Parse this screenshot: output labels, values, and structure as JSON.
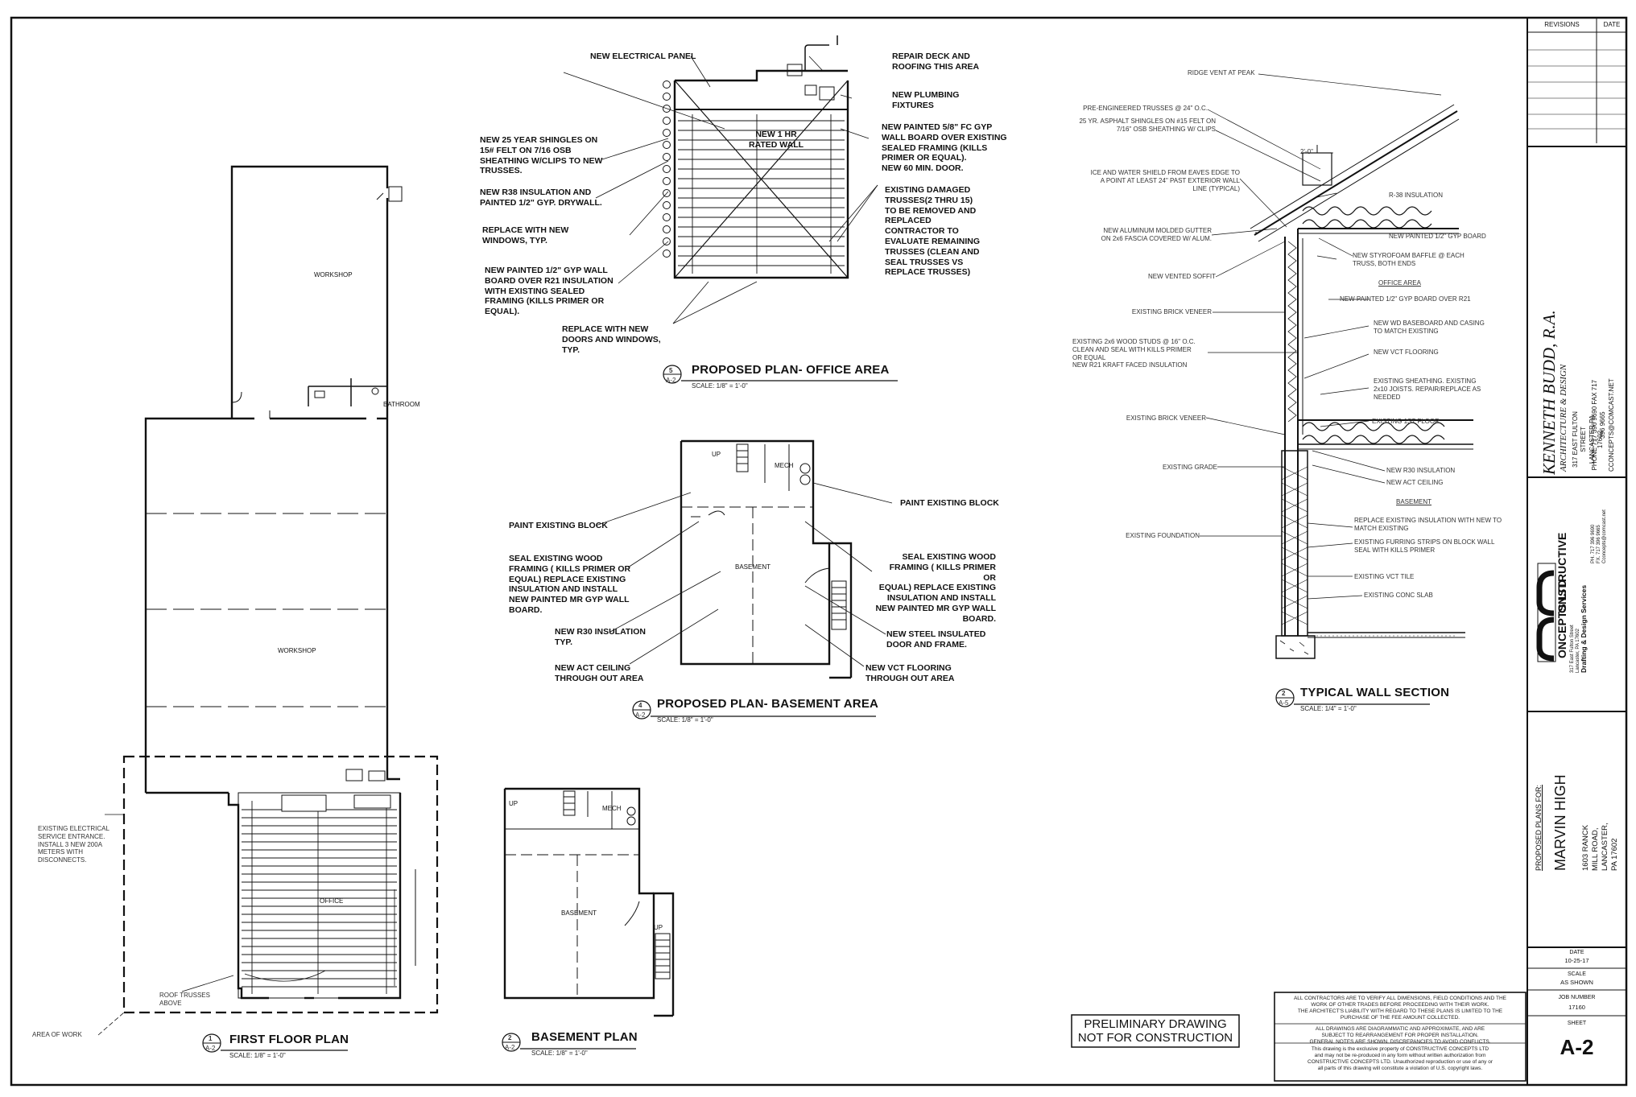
{
  "plans": {
    "first_floor": {
      "number": "1",
      "sheet_ref": "A-2",
      "title": "FIRST FLOOR PLAN",
      "scale": "SCALE: 1/8\" = 1'-0\""
    },
    "basement": {
      "number": "2",
      "sheet_ref": "A-2",
      "title": "BASEMENT PLAN",
      "scale": "SCALE: 1/8\" = 1'-0\""
    },
    "office_area": {
      "number": "5",
      "sheet_ref": "A-2",
      "title": "PROPOSED PLAN- OFFICE AREA",
      "scale": "SCALE: 1/8\" = 1'-0\""
    },
    "basement_area": {
      "number": "4",
      "sheet_ref": "A-2",
      "title": "PROPOSED PLAN- BASEMENT AREA",
      "scale": "SCALE: 1/8\" = 1'-0\""
    },
    "wall_section": {
      "number": "2",
      "sheet_ref": "A-5",
      "title": "TYPICAL WALL SECTION",
      "scale": "SCALE: 1/4\" = 1'-0\""
    }
  },
  "rooms": {
    "workshop_1": "WORKSHOP",
    "workshop_2": "WORKSHOP",
    "office": "OFFICE",
    "bathroom": "BATHROOM",
    "basement": "BASEMENT",
    "basement_2": "BASEMENT",
    "mech": "MECH",
    "mech_2": "MECH",
    "up": "UP"
  },
  "first_floor_notes": {
    "electrical_service": "EXISTING ELECTRICAL\nSERVICE ENTRANCE.\nINSTALL 3 NEW 200A\nMETERS WITH\nDISCONNECTS.",
    "roof_trusses": "ROOF TRUSSES\nABOVE",
    "area_of_work": "AREA OF WORK"
  },
  "office_notes": {
    "electrical_panel": "NEW ELECTRICAL PANEL",
    "repair_deck": "REPAIR DECK AND\nROOFING THIS AREA",
    "plumbing": "NEW PLUMBING\nFIXTURES",
    "rated_wall": "NEW 1 HR\nRATED WALL",
    "shingles": "NEW 25 YEAR SHINGLES ON\n15# FELT ON 7/16 OSB\nSHEATHING W/CLIPS TO NEW\nTRUSSES.",
    "gyp_board_58": "NEW PAINTED 5/8\" FC GYP\nWALL BOARD OVER EXISTING\nSEALED FRAMING (KILLS\nPRIMER OR EQUAL).\nNEW 60 MIN. DOOR.",
    "r38": "NEW R38 INSULATION AND\nPAINTED 1/2\" GYP. DRYWALL.",
    "windows": "REPLACE WITH NEW\nWINDOWS, TYP.",
    "damaged_trusses": "EXISTING DAMAGED\nTRUSSES(2 THRU 15)\nTO BE REMOVED AND\nREPLACED\nCONTRACTOR TO\nEVALUATE REMAINING\nTRUSSES (CLEAN AND\nSEAL TRUSSES VS\nREPLACE TRUSSES)",
    "gyp_wall_12": "NEW PAINTED 1/2\" GYP WALL\nBOARD OVER R21 INSULATION\nWITH EXISTING SEALED\nFRAMING (KILLS PRIMER OR\nEQUAL).",
    "doors_windows": "REPLACE WITH NEW\nDOORS AND WINDOWS,\nTYP."
  },
  "basement_notes": {
    "paint_block_l": "PAINT EXISTING BLOCK",
    "paint_block_r": "PAINT EXISTING BLOCK",
    "seal_wood_l": "SEAL EXISTING WOOD\nFRAMING ( KILLS PRIMER OR\nEQUAL) REPLACE EXISTING\nINSULATION AND INSTALL\nNEW PAINTED MR GYP WALL\nBOARD.",
    "seal_wood_r": "SEAL EXISTING WOOD\nFRAMING ( KILLS PRIMER OR\nEQUAL) REPLACE EXISTING\nINSULATION AND INSTALL\nNEW PAINTED MR GYP WALL\nBOARD.",
    "r30": "NEW R30 INSULATION\nTYP.",
    "act_ceiling": "NEW ACT CEILING\nTHROUGH OUT AREA",
    "steel_door": "NEW STEEL INSULATED\nDOOR AND FRAME.",
    "vct": "NEW VCT FLOORING\nTHROUGH OUT AREA"
  },
  "wall_section_notes": {
    "ridge_vent": "RIDGE VENT AT PEAK",
    "trusses": "PRE-ENGINEERED TRUSSES @ 24\" O.C.",
    "shingles": "25 YR. ASPHALT SHINGLES ON #15 FELT ON\n7/16\" OSB SHEATHING W/ CLIPS",
    "ice_water": "ICE AND WATER SHIELD FROM EAVES EDGE TO\nA POINT AT LEAST 24\" PAST EXTERIOR WALL\nLINE (TYPICAL)",
    "gutter": "NEW ALUMINUM MOLDED GUTTER\nON 2x6 FASCIA COVERED W/ ALUM.",
    "soffit": "NEW VENTED SOFFIT",
    "r38": "R-38 INSULATION",
    "gyp_ceiling": "NEW PAINTED 1/2\" GYP BOARD",
    "baffle": "NEW STYROFOAM BAFFLE @ EACH\nTRUSS, BOTH ENDS",
    "office_area": "OFFICE AREA",
    "gyp_board_r21": "NEW PAINTED 1/2\" GYP BOARD OVER R21",
    "veneer": "EXISTING BRICK VENEER",
    "stud": "EXISTING 2x6 WOOD STUDS @ 16\" O.C.\nCLEAN AND SEAL WITH KILLS PRIMER\nOR EQUAL\nNEW R21 KRAFT FACED INSULATION",
    "baseboard": "NEW WD BASEBOARD AND CASING\nTO MATCH EXISTING",
    "vct_floor": "NEW VCT FLOORING",
    "sheathing": "EXISTING SHEATHING. EXISTING\n2x10 JOISTS. REPAIR/REPLACE AS\nNEEDED",
    "existing_floor": "EXISTING 1ST FLOOR",
    "brick_veneer_2": "EXISTING BRICK VENEER",
    "grade": "EXISTING GRADE",
    "r30": "NEW R30 INSULATION",
    "act": "NEW ACT CEILING",
    "basement": "BASEMENT",
    "replace_insul": "REPLACE EXISTING INSULATION WITH NEW TO\nMATCH EXISTING",
    "furring": "EXISTING FURRING STRIPS ON BLOCK WALL\nSEAL WITH KILLS PRIMER",
    "foundation": "EXISTING FOUNDATION",
    "existing_vct": "EXISTING VCT TILE",
    "slab": "EXISTING CONC SLAB",
    "dim": "2'-0\""
  },
  "stamps": {
    "preliminary": "PRELIMINARY DRAWING\nNOT FOR CONSTRUCTION"
  },
  "title_block": {
    "revisions": "REVISIONS",
    "date_col": "DATE",
    "architect_name": "KENNETH BUDD, R.A.",
    "architect_sub": "ARCHITECTURE & DESIGN",
    "architect_address": "317 EAST FULTON STREET\nLANCASTER PA 17602",
    "architect_phone": "PHONE 717 396 9690   FAX 717 396 9665\nCCONCEPTS@COMCAST.NET",
    "company_logo_letters": "CC",
    "company_word1": "ONSTRUCTIVE",
    "company_word2": "ONCEPTS LTD",
    "company_tagline": "Drafting & Design Services",
    "company_address": "317 East Fulton Street\nLancaster, PA 17602",
    "company_phone": "PH. 717 396 9690\nFX. 717 396 9665\nCconcepts@comcast.net",
    "proposed_for": "PROPOSED PLANS FOR:",
    "client": "MARVIN HIGH",
    "client_address": "1603 RANCK MILL ROAD,\nLANCASTER, PA 17602",
    "date_label": "DATE",
    "date_value": "10-25-17",
    "scale_label": "SCALE",
    "scale_value": "AS SHOWN",
    "job_label": "JOB NUMBER",
    "job_value": "17160",
    "sheet_label": "SHEET",
    "sheet_value": "A-2",
    "contractor_note": "ALL CONTRACTORS ARE TO VERIFY ALL DIMENSIONS, FIELD CONDITIONS AND THE\nWORK OF OTHER TRADES BEFORE PROCEEDING WITH THEIR WORK.\nTHE ARCHITECT'S LIABILITY WITH REGARD TO THESE PLANS IS LIMITED TO THE\nPURCHASE OF THE FEE AMOUNT COLLECTED.",
    "approval_note": "ALL DRAWINGS ARE DIAGRAMMATIC AND APPROXIMATE, AND ARE\nSUBJECT TO REARRANGEMENT FOR PROPER INSTALLATION.\nGENERAL NOTES ARE SHOWN. DISCREPANCIES TO AVOID CONFLICTS.",
    "copyright_note": "This drawing is the exclusive property of CONSTRUCTIVE CONCEPTS LTD\nand may not be re-produced in any form without written authorization from\nCONSTRUCTIVE CONCEPTS LTD. Unauthorized reproduction or use of any or\nall parts of this drawing will constitute a violation of U.S. copyright laws."
  }
}
